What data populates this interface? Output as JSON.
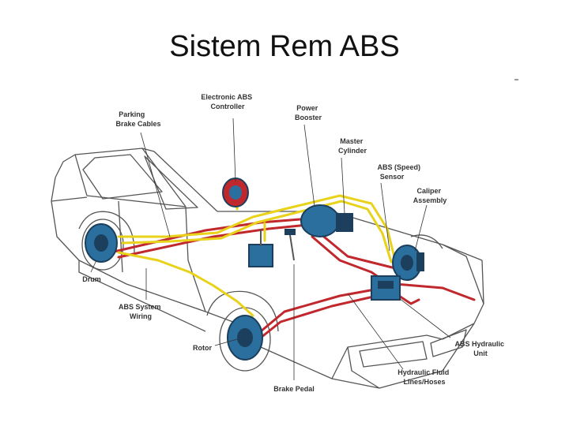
{
  "slide": {
    "title": "Sistem Rem ABS"
  },
  "diagram": {
    "labels": {
      "parking_brake_cables": [
        "Parking",
        "Brake Cables"
      ],
      "electronic_abs_controller": [
        "Electronic ABS",
        "Controller"
      ],
      "power_booster": [
        "Power",
        "Booster"
      ],
      "master_cylinder": [
        "Master",
        "Cylinder"
      ],
      "abs_speed_sensor": [
        "ABS (Speed)",
        "Sensor"
      ],
      "caliper_assembly": [
        "Caliper",
        "Assembly"
      ],
      "drum": [
        "Drum"
      ],
      "abs_system_wiring": [
        "ABS System",
        "Wiring"
      ],
      "rotor": [
        "Rotor"
      ],
      "abs_hydraulic_unit": [
        "ABS Hydraulic",
        "Unit"
      ],
      "hydraulic_fluid_lines": [
        "Hydraulic Fluid",
        "Lines/Hoses"
      ],
      "brake_pedal": [
        "Brake Pedal"
      ]
    },
    "colors": {
      "car_outline": "#555555",
      "brake_lines": "#c0282d",
      "abs_wiring": "#e8d21a",
      "components": "#2a6f9e",
      "component_dark": "#1b3f5c",
      "label_text": "#333333"
    }
  }
}
